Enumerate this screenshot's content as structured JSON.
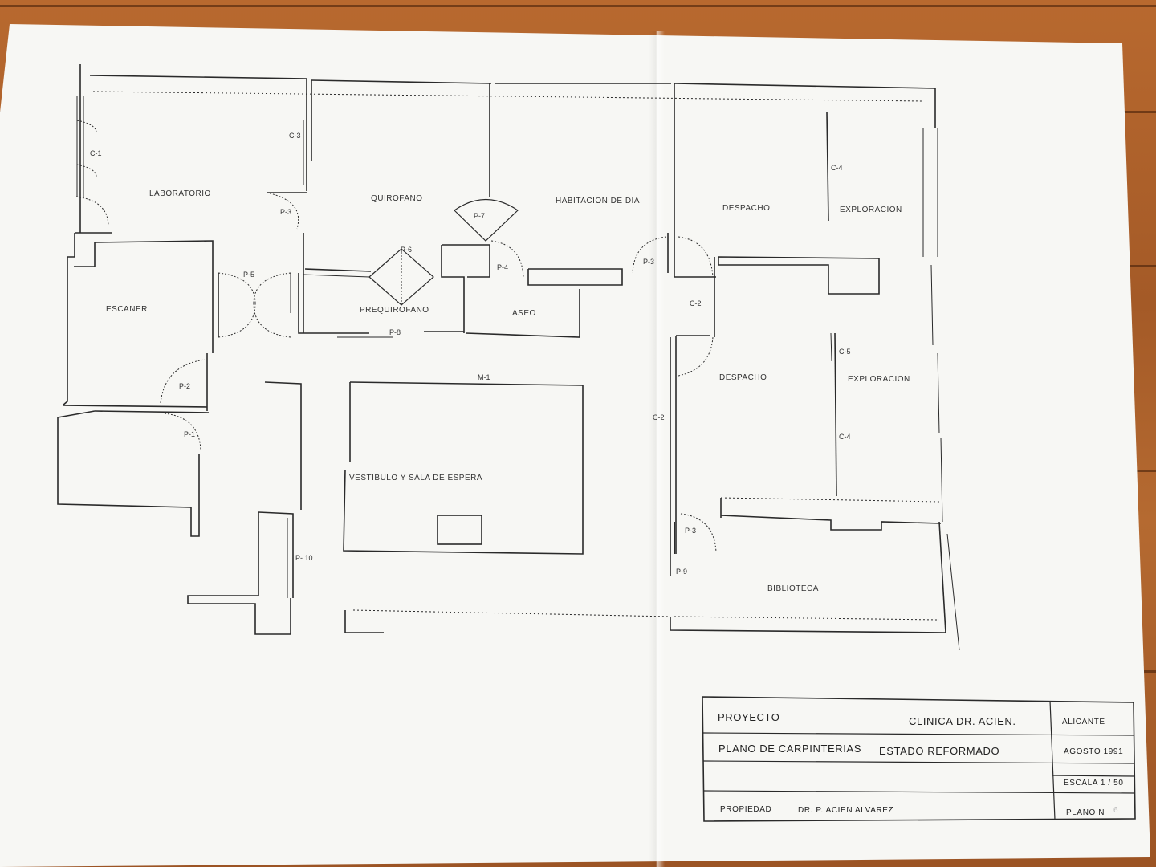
{
  "rooms": {
    "laboratorio": "LABORATORIO",
    "quirofano": "QUIROFANO",
    "habitacion_dia": "HABITACION DE DIA",
    "despacho_top": "DESPACHO",
    "exploracion_top": "EXPLORACION",
    "escaner": "ESCANER",
    "prequirofano": "PREQUIROFANO",
    "aseo": "ASEO",
    "despacho_right": "DESPACHO",
    "exploracion_right": "EXPLORACION",
    "vestibulo": "VESTIBULO Y SALA DE ESPERA",
    "biblioteca": "BIBLIOTECA"
  },
  "codes": {
    "c1": "C-1",
    "c3": "C-3",
    "p3_lab": "P-3",
    "p7": "P-7",
    "c4_top": "C-4",
    "p5": "P-5",
    "p6": "P-6",
    "p4": "P-4",
    "p3_center": "P-3",
    "c2_upper": "C-2",
    "p8": "P-8",
    "p2": "P-2",
    "p1": "P-1",
    "m1": "M-1",
    "c5": "C-5",
    "c4_right": "C-4",
    "c2_lower": "C-2",
    "p10": "P- 10",
    "p3_lower": "P-3",
    "p9": "P-9"
  },
  "title_block": {
    "proyecto_label": "PROYECTO",
    "proyecto_value": "CLINICA  DR. ACIEN.",
    "location": "ALICANTE",
    "plan_label": "PLANO DE  CARPINTERIAS",
    "plan_state": "ESTADO REFORMADO",
    "date": "AGOSTO 1991",
    "scale": "ESCALA  1 / 50",
    "owner_label": "PROPIEDAD",
    "owner_value": "DR. P. ACIEN ALVAREZ",
    "plan_number_label": "PLANO N",
    "plan_number": "6"
  },
  "colors": {
    "ink": "#2a2a2a",
    "paper": "#f7f7f4",
    "wood": "#a85d29"
  }
}
